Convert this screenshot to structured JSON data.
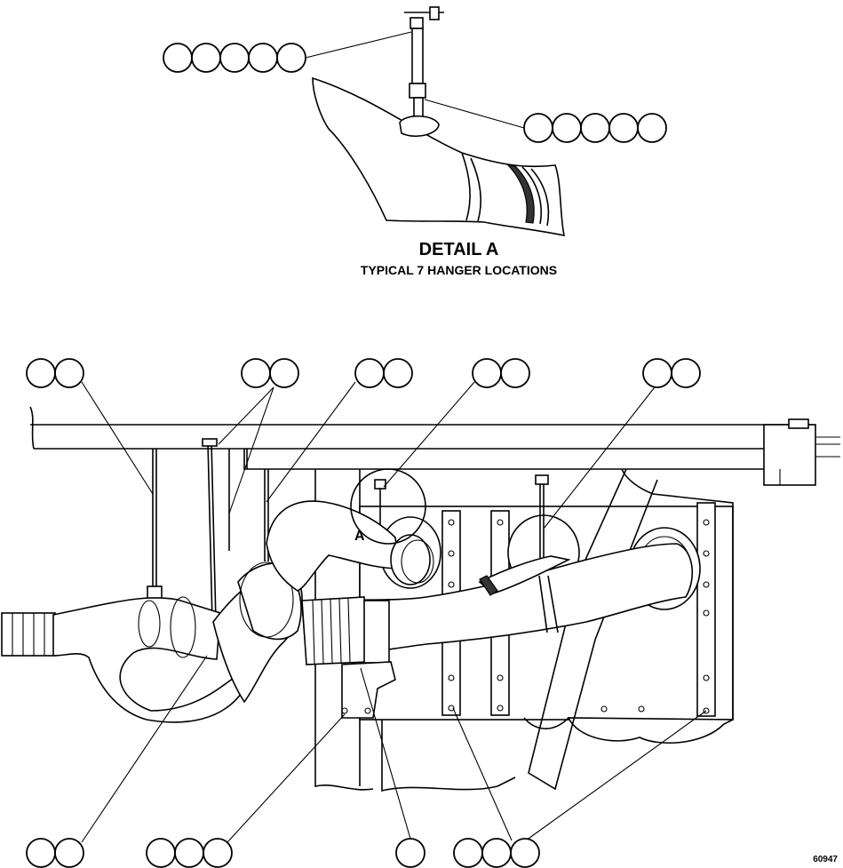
{
  "detail": {
    "title": "DETAIL A",
    "subtitle": "TYPICAL 7 HANGER LOCATIONS",
    "callout_letter": "A"
  },
  "figure_number": "60947",
  "callouts": [
    {
      "id": "detail-upper-left",
      "bubbles": 5
    },
    {
      "id": "detail-right",
      "bubbles": 5
    },
    {
      "id": "top-1",
      "bubbles": 2
    },
    {
      "id": "top-2",
      "bubbles": 2
    },
    {
      "id": "top-3",
      "bubbles": 2
    },
    {
      "id": "top-4",
      "bubbles": 2
    },
    {
      "id": "top-5",
      "bubbles": 2
    },
    {
      "id": "bottom-1",
      "bubbles": 2
    },
    {
      "id": "bottom-2",
      "bubbles": 3
    },
    {
      "id": "bottom-3",
      "bubbles": 1
    },
    {
      "id": "bottom-4",
      "bubbles": 3
    }
  ]
}
